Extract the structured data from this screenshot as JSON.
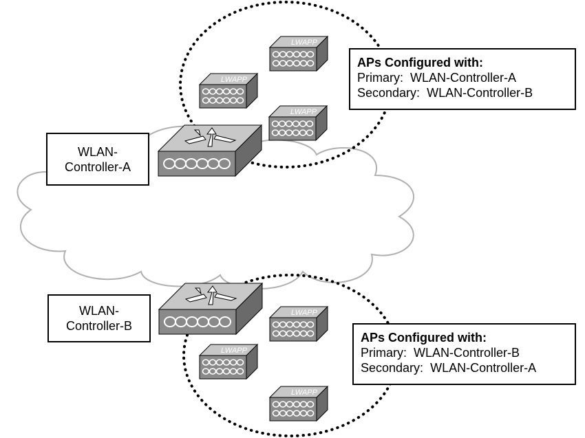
{
  "controller_a": {
    "label_line1": "WLAN-",
    "label_line2": "Controller-A"
  },
  "controller_b": {
    "label_line1": "WLAN-",
    "label_line2": "Controller-B"
  },
  "group_a": {
    "heading": "APs Configured with:",
    "primary_key": "Primary:",
    "primary_value": "WLAN-Controller-A",
    "secondary_key": "Secondary:",
    "secondary_value": "WLAN-Controller-B"
  },
  "group_b": {
    "heading": "APs Configured with:",
    "primary_key": "Primary:",
    "primary_value": "WLAN-Controller-B",
    "secondary_key": "Secondary:",
    "secondary_value": "WLAN-Controller-A"
  },
  "access_point_label": "LWAPP",
  "colors": {
    "device_top": "#c8c8c8",
    "device_front": "#8a8a8a",
    "device_side": "#6a6a6a",
    "cloud_stroke": "#b0b0b0",
    "outline": "#000000"
  }
}
